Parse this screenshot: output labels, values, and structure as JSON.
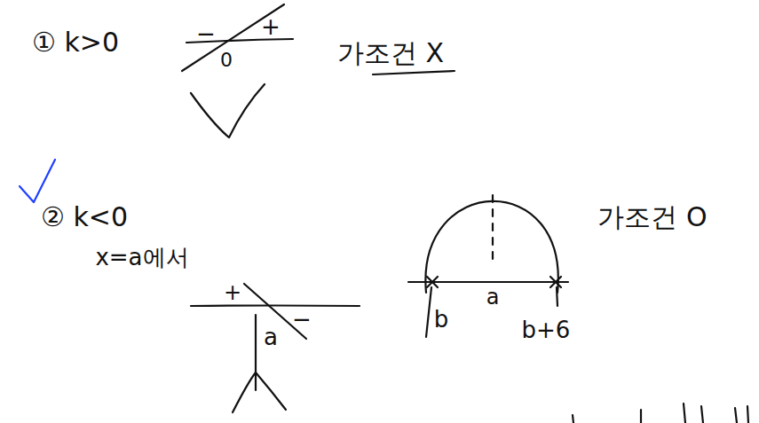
{
  "diagram": {
    "labels": [
      "① k>0",
      "−",
      "+",
      "0",
      "가조건 X",
      "② k<0",
      "x=a에서",
      "+",
      "−",
      "a",
      "b",
      "a",
      "b+6",
      "가조건 O"
    ]
  }
}
